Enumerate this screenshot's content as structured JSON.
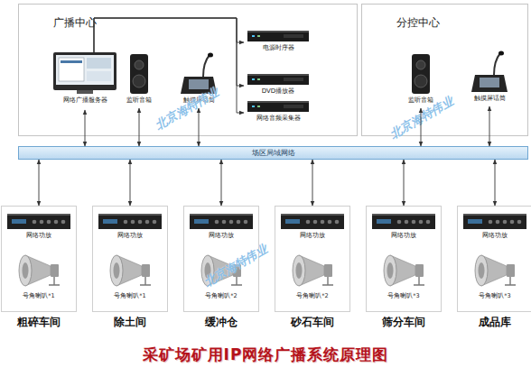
{
  "diagram": {
    "caption": "采矿场矿用IP网络广播系统原理图",
    "nodes": [
      {
        "text": [
          "广播中心"
        ]
      },
      {
        "text": [
          "网络广播服务器"
        ],
        "in": 0
      },
      {
        "text": [
          "监听音箱"
        ],
        "in": 0
      },
      {
        "text": [
          "触摸屏话筒"
        ],
        "in": 0
      },
      {
        "text": [
          "电源时序器"
        ],
        "in": 0
      },
      {
        "text": [
          "DVD播放器"
        ],
        "in": 0
      },
      {
        "text": [
          "网络音频采集器"
        ],
        "in": 0
      },
      {
        "text": [
          "分控中心"
        ]
      },
      {
        "text": [
          "监听音箱"
        ],
        "in": 7
      },
      {
        "text": [
          "触摸屏话筒"
        ],
        "in": 7
      },
      {
        "text": [
          "场区局域网络"
        ]
      },
      {
        "text": [
          "粗碎车间"
        ]
      },
      {
        "text": [
          "网络功放"
        ],
        "in": 11
      },
      {
        "text": [
          "号角喇叭*1"
        ],
        "in": 11
      },
      {
        "text": [
          "除土间"
        ]
      },
      {
        "text": [
          "网络功放"
        ],
        "in": 14
      },
      {
        "text": [
          "号角喇叭*1"
        ],
        "in": 14
      },
      {
        "text": [
          "缓冲仓"
        ]
      },
      {
        "text": [
          "网络功放"
        ],
        "in": 17
      },
      {
        "text": [
          "号角喇叭*2"
        ],
        "in": 17
      },
      {
        "text": [
          "砂石车间"
        ]
      },
      {
        "text": [
          "网络功放"
        ],
        "in": 20
      },
      {
        "text": [
          "号角喇叭*2"
        ],
        "in": 20
      },
      {
        "text": [
          "筛分车间"
        ]
      },
      {
        "text": [
          "网络功放"
        ],
        "in": 23
      },
      {
        "text": [
          "号角喇叭*3"
        ],
        "in": 23
      },
      {
        "text": [
          "成品库"
        ]
      },
      {
        "text": [
          "网络功放"
        ],
        "in": 26
      },
      {
        "text": [
          "号角喇叭*3"
        ],
        "in": 26
      }
    ],
    "edges": [
      {
        "from": 1,
        "to": 10,
        "arrow": "both"
      },
      {
        "from": 2,
        "to": 10,
        "arrow": "both"
      },
      {
        "from": 3,
        "to": 10,
        "arrow": "both"
      },
      {
        "from": 1,
        "to": 4,
        "arrow": "to"
      },
      {
        "from": 1,
        "to": 5,
        "arrow": "to"
      },
      {
        "from": 1,
        "to": 6,
        "arrow": "to"
      },
      {
        "from": 8,
        "to": 10,
        "arrow": "both"
      },
      {
        "from": 9,
        "to": 10,
        "arrow": "both"
      },
      {
        "from": 10,
        "to": 11,
        "arrow": "both"
      },
      {
        "from": 10,
        "to": 14,
        "arrow": "both"
      },
      {
        "from": 10,
        "to": 17,
        "arrow": "both"
      },
      {
        "from": 10,
        "to": 20,
        "arrow": "both"
      },
      {
        "from": 10,
        "to": 23,
        "arrow": "both"
      },
      {
        "from": 10,
        "to": 26,
        "arrow": "both"
      }
    ],
    "labels": [
      "北京海特伟业",
      "北京海特伟业",
      "北京海特伟业"
    ]
  }
}
